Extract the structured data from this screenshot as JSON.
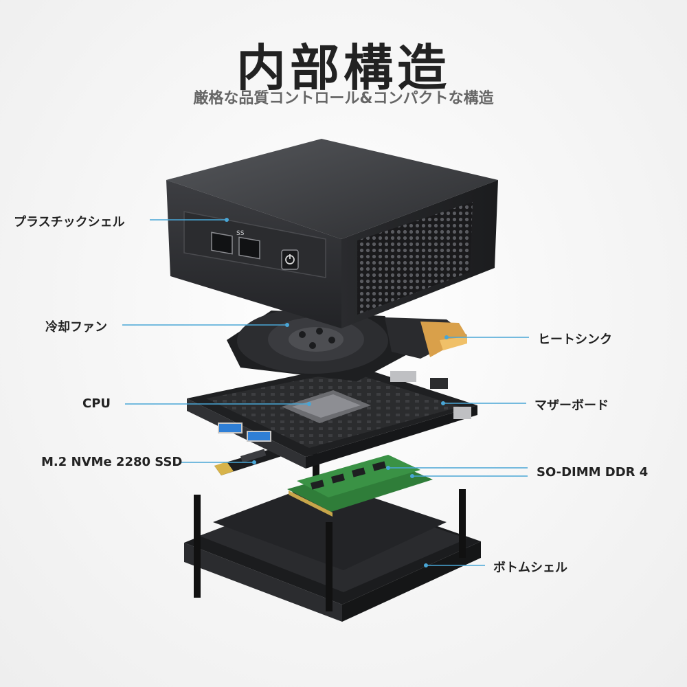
{
  "header": {
    "title": "内部構造",
    "subtitle": "厳格な品質コントロール&コンパクトな構造"
  },
  "labels": {
    "plastic_shell": "プラスチックシェル",
    "cooling_fan": "冷却ファン",
    "cpu": "CPU",
    "ssd": "M.2 NVMe 2280 SSD",
    "heat_sink": "ヒートシンク",
    "motherboard": "マザーボード",
    "ram": "SO-DIMM DDR 4",
    "bottom_shell": "ボトムシェル"
  },
  "device": {
    "usb_badge": "SS"
  },
  "colors": {
    "leader_line": "#49a6d6",
    "chassis": "#3a3b3e",
    "board": "#262729",
    "ram_pcb": "#2f7d39",
    "heatsink_copper": "#d9a04a",
    "usb_blue": "#2f7fd6"
  }
}
